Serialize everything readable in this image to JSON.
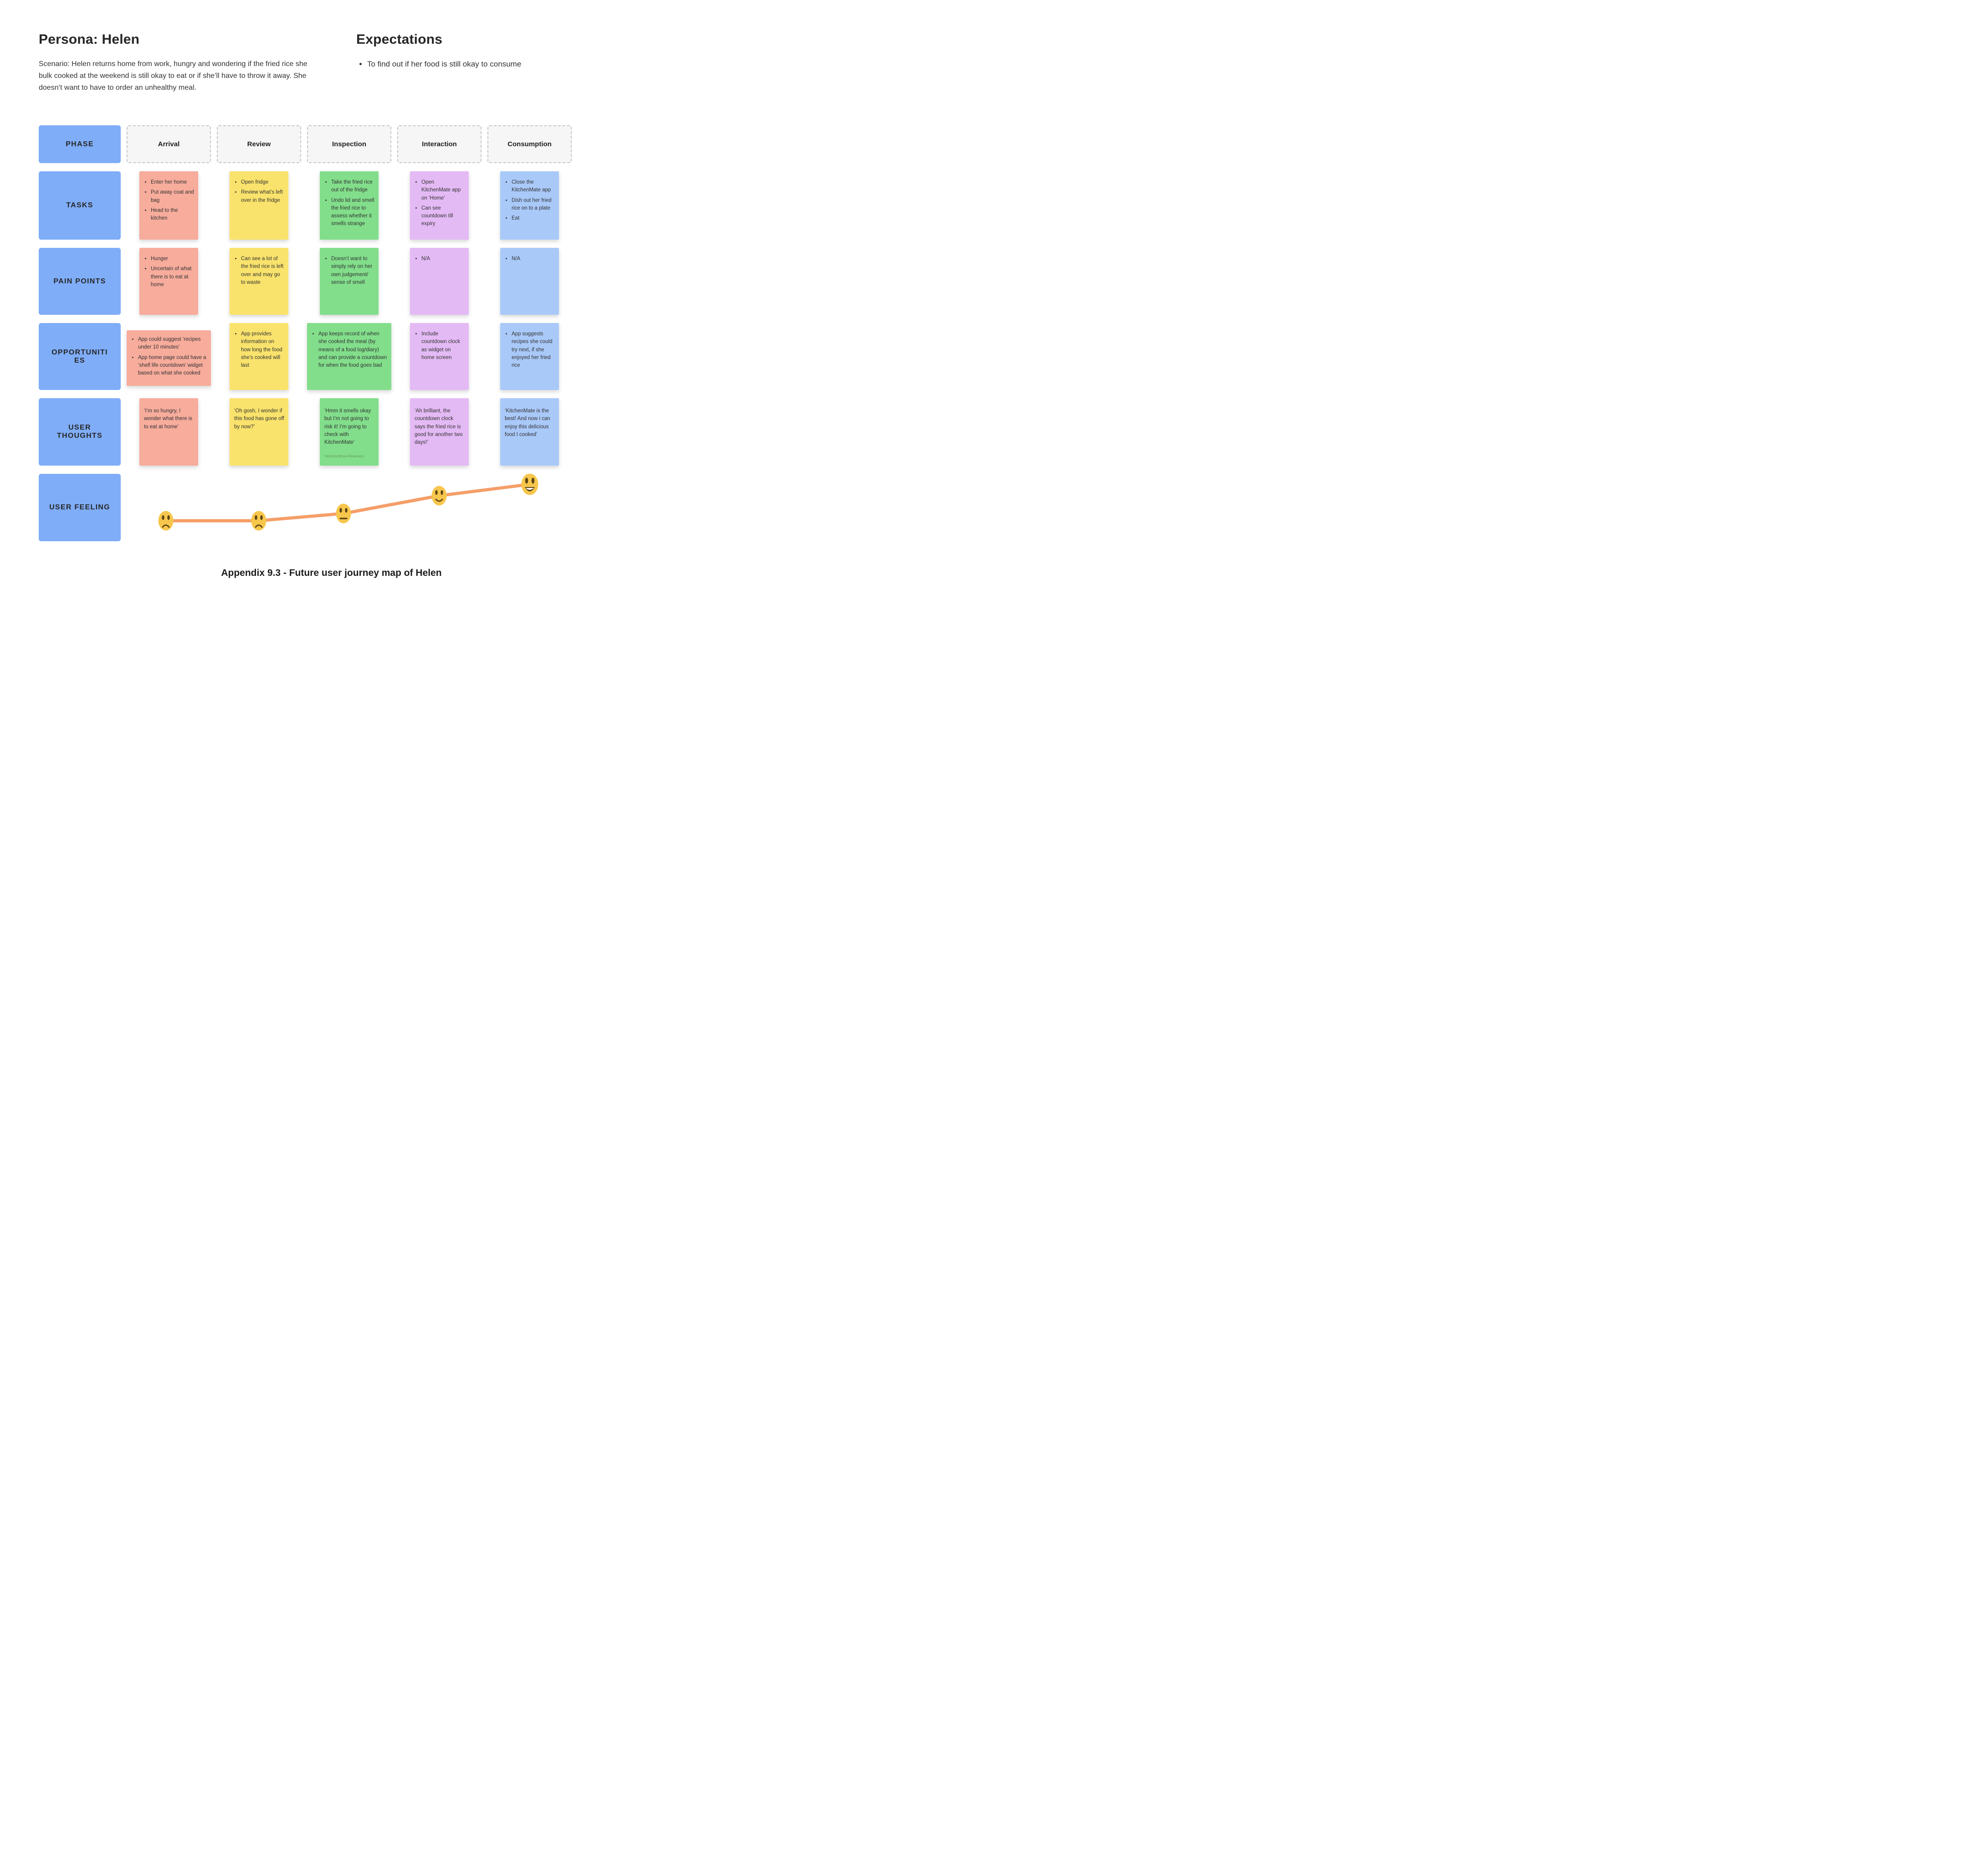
{
  "persona": {
    "title": "Persona: Helen",
    "scenario": "Scenario: Helen returns home from work, hungry and wondering if the fried rice she bulk cooked at the weekend is still okay to eat or if she’ll have to throw it away. She doesn’t want to have to order an unhealthy meal."
  },
  "expectations": {
    "title": "Expectations",
    "items": [
      "To find out if her food is still okay to consume"
    ]
  },
  "phases": {
    "label": "PHASE",
    "columns": [
      "Arrival",
      "Review",
      "Inspection",
      "Interaction",
      "Consumption"
    ]
  },
  "rows": {
    "tasks": {
      "label": "TASKS",
      "notes": [
        {
          "color": "#F7AC9C",
          "items": [
            "Enter her home",
            "Put away coat and bag",
            "Head to the kitchen"
          ]
        },
        {
          "color": "#FAE36C",
          "items": [
            "Open fridge",
            "Review what’s left over in the fridge"
          ]
        },
        {
          "color": "#82DE8B",
          "items": [
            "Take the fried rice out of the fridge",
            "Undo lid and smell the fried rice to assess whether it smells strange"
          ]
        },
        {
          "color": "#E4BAF5",
          "items": [
            "Open KitchenMate app on ‘Home’",
            "Can see countdown till expiry"
          ]
        },
        {
          "color": "#A9C9F9",
          "items": [
            "Close the KitchenMate app",
            "Dish out her fried rice on to a plate",
            "Eat"
          ]
        }
      ]
    },
    "pain_points": {
      "label": "PAIN POINTS",
      "notes": [
        {
          "color": "#F7AC9C",
          "items": [
            "Hunger",
            "Uncertain of what there is to eat at home"
          ]
        },
        {
          "color": "#FAE36C",
          "items": [
            "Can see a lot of the fried rice is left over and may go to waste"
          ]
        },
        {
          "color": "#82DE8B",
          "items": [
            "Doesn’t want to simply rely on her own judgement/ sense of smell"
          ]
        },
        {
          "color": "#E4BAF5",
          "items": [
            "N/A"
          ]
        },
        {
          "color": "#A9C9F9",
          "items": [
            "N/A"
          ]
        }
      ]
    },
    "opportunities": {
      "label": "OPPORTUNITIES",
      "notes": [
        {
          "color": "#F7AC9C",
          "items": [
            "App could suggest ‘recipes under 10 minutes’",
            "App home page could have a ‘shelf life countdown’ widget based on what she cooked"
          ]
        },
        {
          "color": "#FAE36C",
          "items": [
            "App provides information on how long the food she’s cooked will last"
          ]
        },
        {
          "color": "#82DE8B",
          "items": [
            "App keeps record of when she cooked the meal (by means of a food log/diary) and can provide a countdown for when the food goes bad"
          ]
        },
        {
          "color": "#E4BAF5",
          "items": [
            "Include countdown clock as widget on home screen"
          ]
        },
        {
          "color": "#A9C9F9",
          "items": [
            "App suggests recipes she could try next, if she enjoyed her fried rice"
          ]
        }
      ]
    },
    "user_thoughts": {
      "label": "USER THOUGHTS",
      "notes": [
        {
          "color": "#F7AC9C",
          "quote": "‘I’m so hungry, I wonder what there is to eat at home’"
        },
        {
          "color": "#FAE36C",
          "quote": "‘Oh gosh, I wonder if this food has gone off by now?’"
        },
        {
          "color": "#82DE8B",
          "quote": "‘Hmm it smells okay but I’m not going to risk it! I’m going to check with KitchenMate’",
          "credit": "Victoria Brew-Riverson"
        },
        {
          "color": "#E4BAF5",
          "quote": "‘Ah brilliant, the countdown clock says the fried rice is good for another two days!’"
        },
        {
          "color": "#A9C9F9",
          "quote": "‘KitchenMate is the best! And now i can enjoy this delicious food I cooked’"
        }
      ]
    },
    "user_feeling": {
      "label": "USER FEELING",
      "points": [
        "sad",
        "sad",
        "neutral",
        "smile",
        "grin"
      ]
    }
  },
  "caption": "Appendix 9.3 - Future user journey map of Helen",
  "colors": {
    "label_blue": "#7FADF7",
    "salmon": "#F7AC9C",
    "yellow": "#FAE36C",
    "green": "#82DE8B",
    "purple": "#E4BAF5",
    "blue": "#A9C9F9",
    "line_orange": "#F59E68",
    "emoji_yellow": "#F7C64C"
  }
}
